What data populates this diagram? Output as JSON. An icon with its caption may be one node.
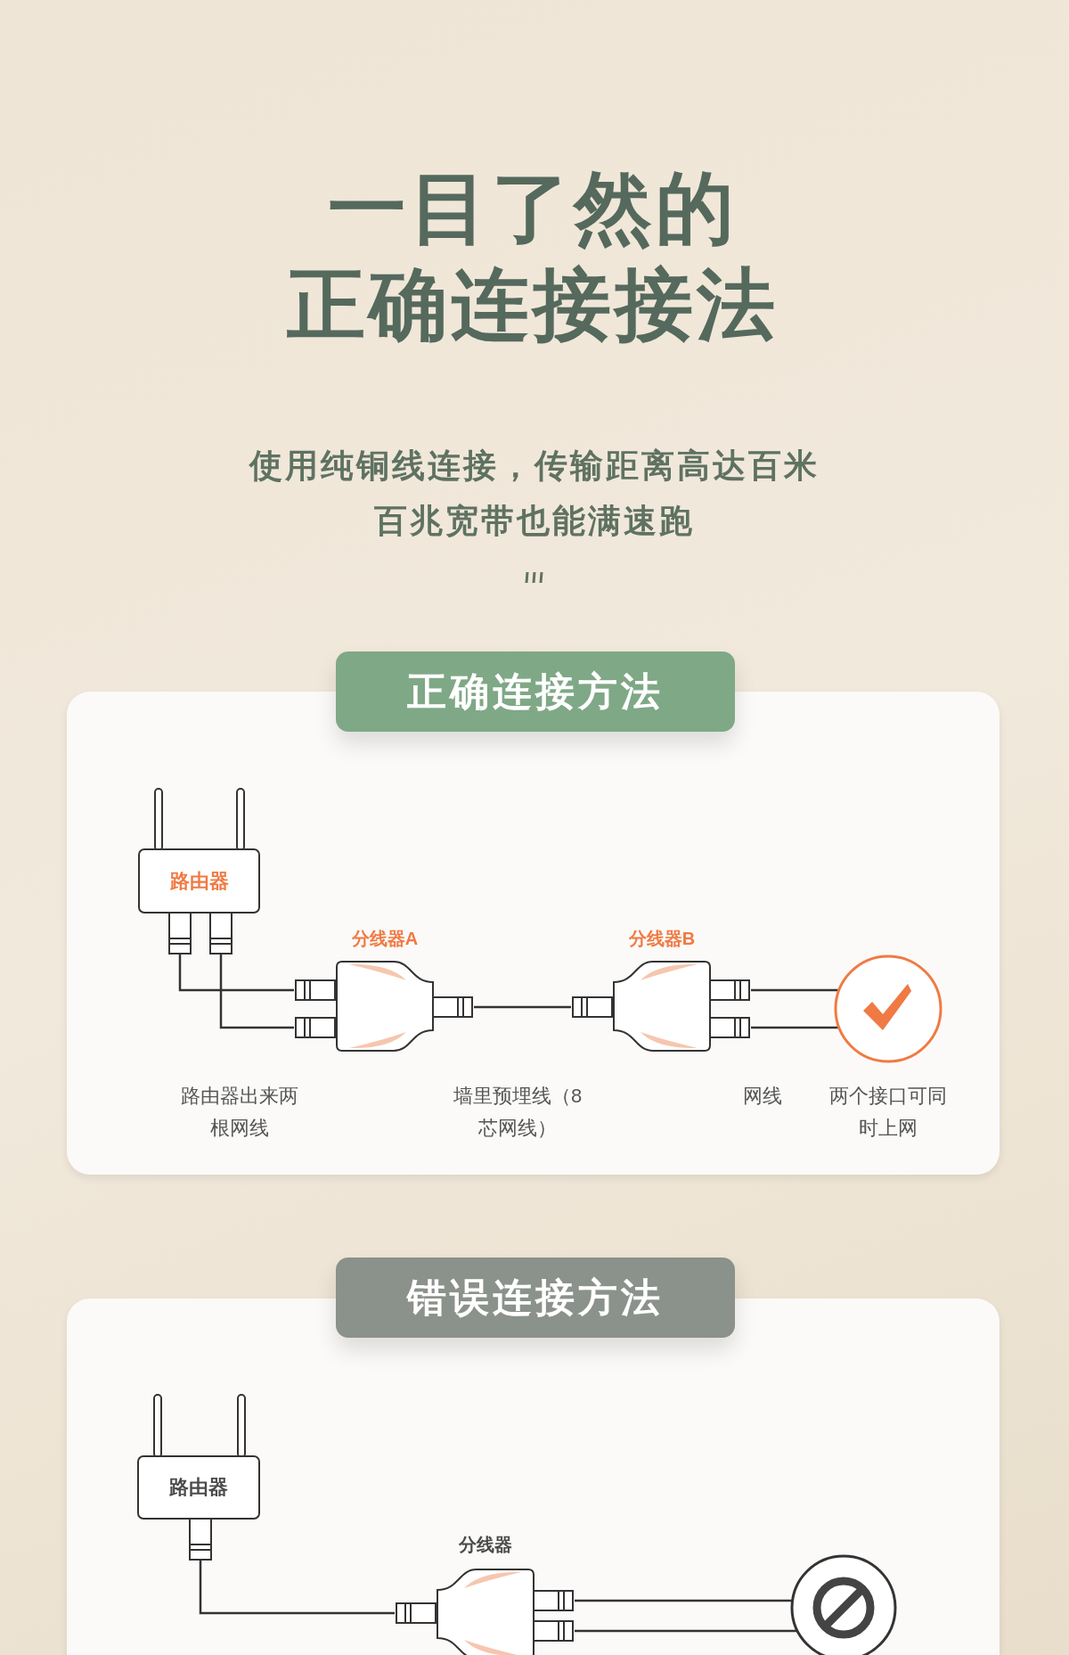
{
  "diagram": {
    "title": "一目了然的正确连接接法",
    "nodes": [
      {
        "text": [
          "正确连接方法"
        ]
      },
      {
        "text": [
          "路由器"
        ]
      },
      {
        "text": [
          "分线器A"
        ]
      },
      {
        "text": [
          "分线器B"
        ]
      },
      {
        "text": [],
        "shape": "circle"
      },
      {
        "text": [
          "错误连接方法"
        ]
      },
      {
        "text": [
          "路由器"
        ]
      },
      {
        "text": [
          "分线器"
        ]
      },
      {
        "text": [],
        "shape": "circle"
      }
    ],
    "edges": [
      {
        "from": 1,
        "to": 2,
        "arrow": "none"
      },
      {
        "from": 1,
        "to": 2,
        "arrow": "none"
      },
      {
        "from": 2,
        "to": 3,
        "arrow": "none"
      },
      {
        "from": 3,
        "to": 4,
        "arrow": "none"
      },
      {
        "from": 3,
        "to": 4,
        "arrow": "none"
      },
      {
        "from": 6,
        "to": 7,
        "arrow": "none"
      },
      {
        "from": 7,
        "to": 8,
        "arrow": "none"
      },
      {
        "from": 7,
        "to": 8,
        "arrow": "none"
      }
    ],
    "labels": [
      "使用纯铜线连接，传输距离高达百米百兆宽带也能满速跑",
      "路由器出来两根网线",
      "墙里预埋线（8芯网线）",
      "网线",
      "两个接口可同时上网"
    ]
  }
}
